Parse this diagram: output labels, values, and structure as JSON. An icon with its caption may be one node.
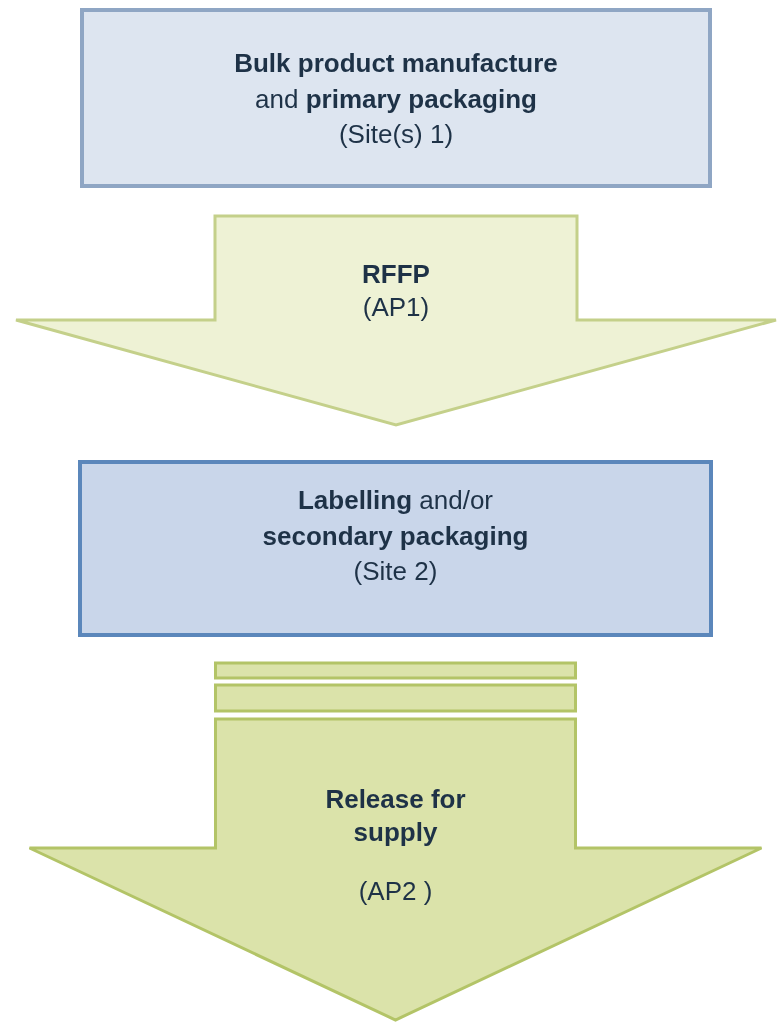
{
  "diagram": {
    "nodes": [
      {
        "text": [
          "**Bulk product manufacture** and **primary packaging**",
          "(Site(s) 1)"
        ]
      },
      {
        "text": [
          "**Labelling** and/or **secondary packaging**",
          "(Site 2)"
        ]
      }
    ],
    "edges": [
      {
        "from": 0,
        "to": 1,
        "arrow": "to",
        "label": "**RFFP** (AP1)"
      },
      {
        "from": 1,
        "to": null,
        "arrow": "to",
        "label": "**Release for supply** (AP2 )"
      }
    ]
  }
}
